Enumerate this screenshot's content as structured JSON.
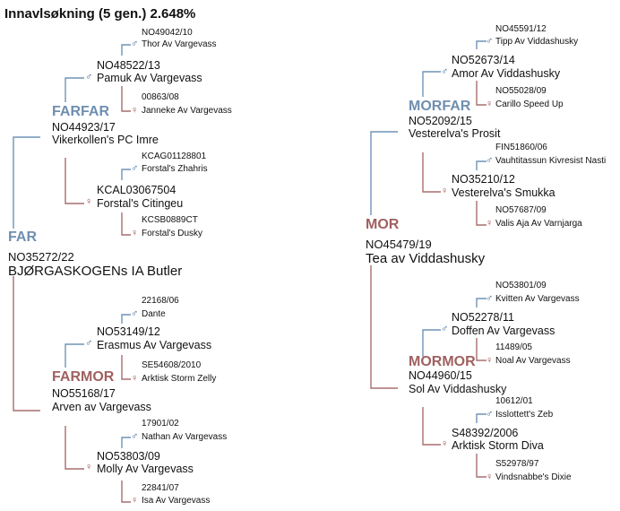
{
  "title": "Innavlsøkning (5 gen.) 2.648%",
  "symbols": {
    "male": "♂",
    "female": "♀"
  },
  "colors": {
    "male_line": "#6f93b6",
    "female_line": "#a86e6e",
    "male_label": "#6f8fb0",
    "female_label": "#a06060"
  },
  "subject": {
    "reg": "NO35272/22",
    "name": "BJØRGASKOGENs IA Butler"
  },
  "far": {
    "label": "FAR",
    "farfar": {
      "label": "FARFAR",
      "reg": "NO44923/17",
      "name": "Vikerkollen's PC Imre",
      "father": {
        "reg": "NO48522/13",
        "name": "Pamuk Av Vargevass",
        "father": {
          "reg": "NO49042/10",
          "name": "Thor Av Vargevass"
        },
        "mother": {
          "reg": "00863/08",
          "name": "Janneke Av Vargevass"
        }
      },
      "mother": {
        "reg": "KCAL03067504",
        "name": "Forstal's Citingeu",
        "father": {
          "reg": "KCAG01128801",
          "name": "Forstal's Zhahris"
        },
        "mother": {
          "reg": "KCSB0889CT",
          "name": "Forstal's Dusky"
        }
      }
    },
    "farmor": {
      "label": "FARMOR",
      "reg": "NO55168/17",
      "name": "Arven av Vargevass",
      "father": {
        "reg": "NO53149/12",
        "name": "Erasmus Av Vargevass",
        "father": {
          "reg": "22168/06",
          "name": "Dante"
        },
        "mother": {
          "reg": "SE54608/2010",
          "name": "Arktisk Storm Zelly"
        }
      },
      "mother": {
        "reg": "NO53803/09",
        "name": "Molly Av Vargevass",
        "father": {
          "reg": "17901/02",
          "name": "Nathan Av Vargevass"
        },
        "mother": {
          "reg": "22841/07",
          "name": "Isa Av Vargevass"
        }
      }
    }
  },
  "mor": {
    "label": "MOR",
    "reg": "NO45479/19",
    "name": "Tea av Viddashusky",
    "morfar": {
      "label": "MORFAR",
      "reg": "NO52092/15",
      "name": "Vesterelva's Prosit",
      "father": {
        "reg": "NO52673/14",
        "name": "Amor Av Viddashusky",
        "father": {
          "reg": "NO45591/12",
          "name": "Tipp Av Viddashusky"
        },
        "mother": {
          "reg": "NO55028/09",
          "name": "Carillo Speed Up"
        }
      },
      "mother": {
        "reg": "NO35210/12",
        "name": "Vesterelva's Smukka",
        "father": {
          "reg": "FIN51860/06",
          "name": "Vauhtitassun Kivresist Nasti"
        },
        "mother": {
          "reg": "NO57687/09",
          "name": "Valis Aja Av Varnjarga"
        }
      }
    },
    "mormor": {
      "label": "MORMOR",
      "reg": "NO44960/15",
      "name": "Sol Av Viddashusky",
      "father": {
        "reg": "NO52278/11",
        "name": "Doffen Av Vargevass",
        "father": {
          "reg": "NO53801/09",
          "name": "Kvitten Av Vargevass"
        },
        "mother": {
          "reg": "11489/05",
          "name": "Noal Av Vargevass"
        }
      },
      "mother": {
        "reg": "S48392/2006",
        "name": "Arktisk Storm Diva",
        "father": {
          "reg": "10612/01",
          "name": "Isslottett's Zeb"
        },
        "mother": {
          "reg": "S52978/97",
          "name": "Vindsnabbe's Dixie"
        }
      }
    }
  }
}
